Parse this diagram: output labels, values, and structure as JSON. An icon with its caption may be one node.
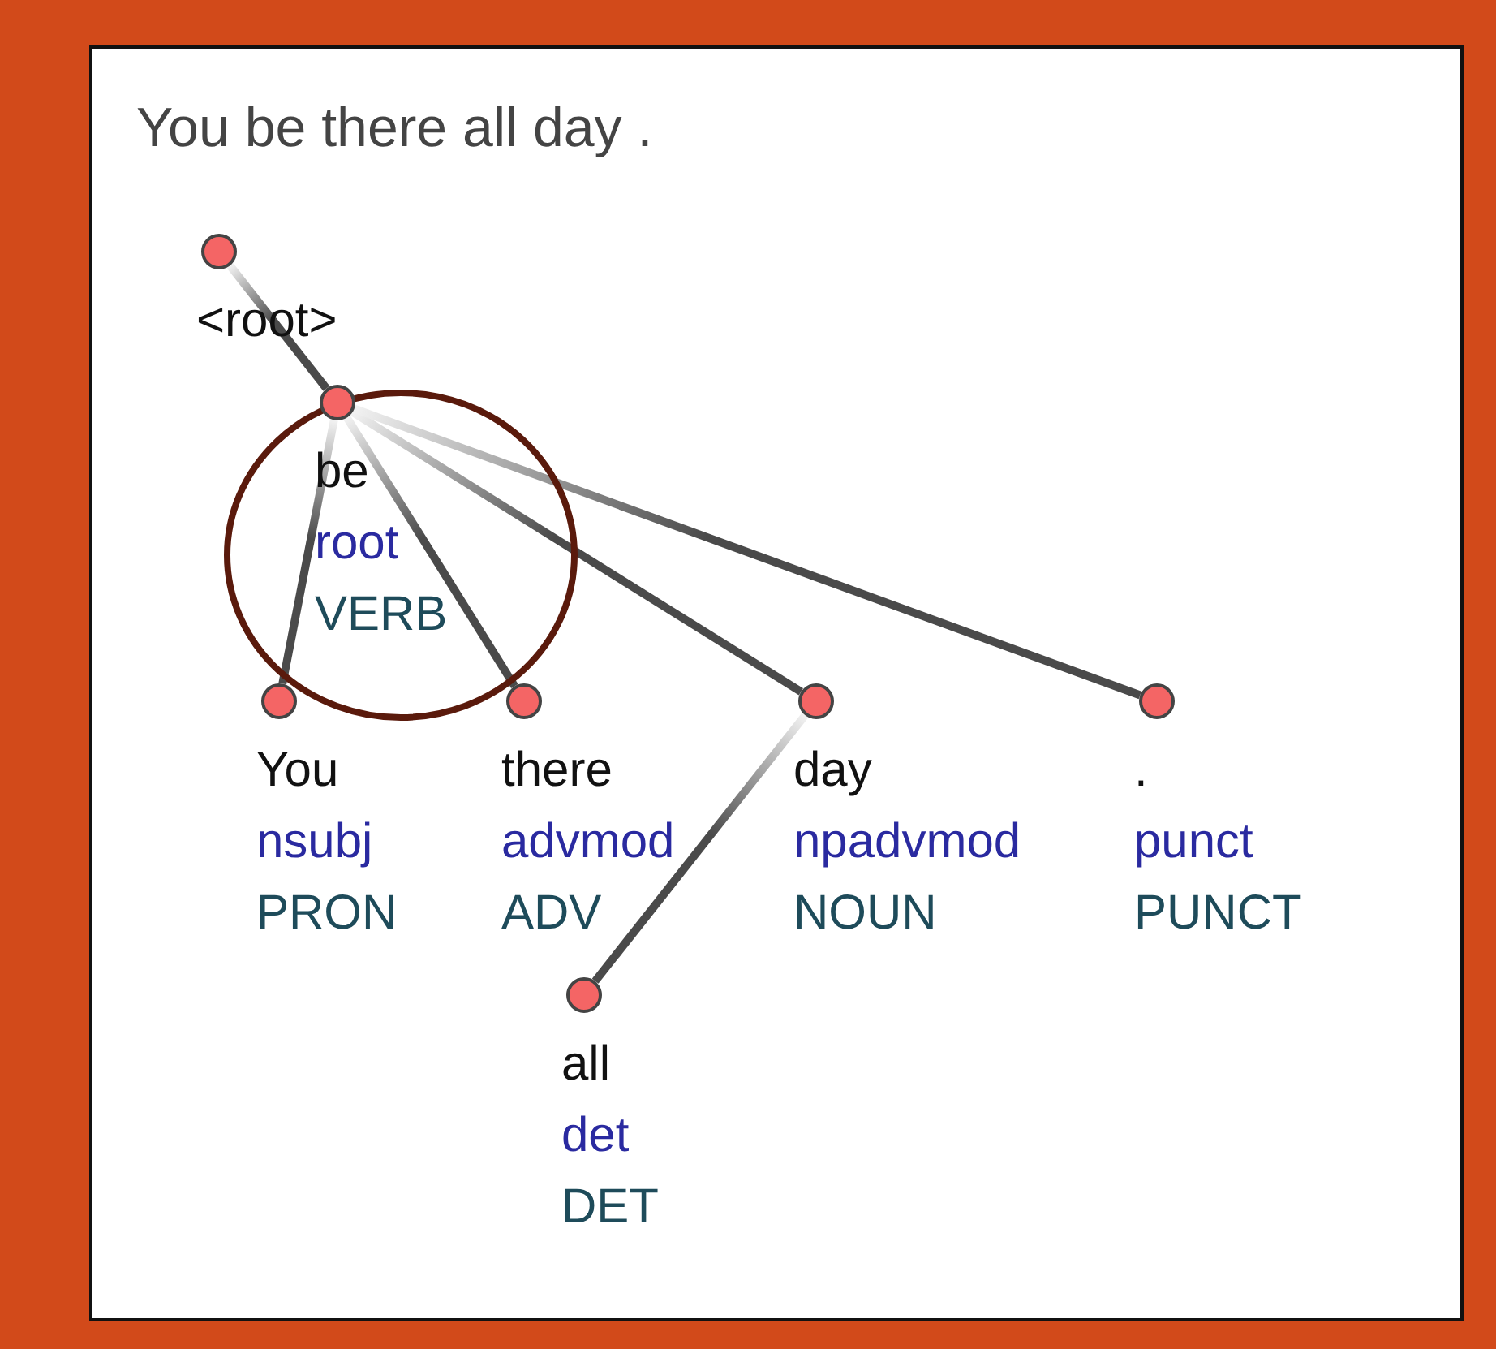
{
  "diagram": {
    "title": "You be there all day .",
    "nodes": [
      {
        "text": [
          "<root>"
        ]
      },
      {
        "text": [
          "be",
          "root",
          "VERB"
        ]
      },
      {
        "text": [
          "You",
          "nsubj",
          "PRON"
        ]
      },
      {
        "text": [
          "there",
          "advmod",
          "ADV"
        ]
      },
      {
        "text": [
          "day",
          "npadvmod",
          "NOUN"
        ]
      },
      {
        "text": [
          ".",
          "punct",
          "PUNCT"
        ]
      },
      {
        "text": [
          "all",
          "det",
          "DET"
        ]
      }
    ],
    "edges": [
      {
        "from": 0,
        "to": 1,
        "arrow": "none"
      },
      {
        "from": 1,
        "to": 2,
        "arrow": "none"
      },
      {
        "from": 1,
        "to": 3,
        "arrow": "none"
      },
      {
        "from": 1,
        "to": 4,
        "arrow": "none"
      },
      {
        "from": 1,
        "to": 5,
        "arrow": "none"
      },
      {
        "from": 4,
        "to": 6,
        "arrow": "none"
      }
    ]
  }
}
